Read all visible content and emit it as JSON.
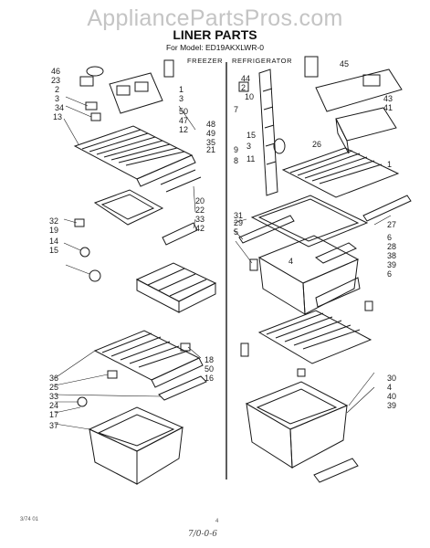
{
  "watermark": "AppliancePartsPros.com",
  "title": "LINER PARTS",
  "subtitle": "For Model: ED19AKXLWR-0",
  "sections": {
    "freezer": "FREEZER",
    "refrigerator": "REFRIGERATOR"
  },
  "footer": {
    "code": "3/74 01",
    "page": "4",
    "handwriting": "7/0-0-6"
  },
  "callouts": {
    "freezer_left": [
      "46",
      "23",
      "2",
      "3",
      "34",
      "13",
      "32",
      "19",
      "14",
      "15",
      "36",
      "25",
      "33",
      "24",
      "17",
      "37"
    ],
    "freezer_top": [
      "1",
      "3",
      "50",
      "47",
      "12",
      "48",
      "49",
      "35",
      "21",
      "20",
      "22",
      "33",
      "42"
    ],
    "freezer_bottom": [
      "18",
      "50",
      "16"
    ],
    "fridge_left": [
      "44",
      "2",
      "10",
      "7",
      "9",
      "8",
      "15",
      "3",
      "11",
      "31",
      "29",
      "5",
      "4"
    ],
    "fridge_right": [
      "45",
      "43",
      "41",
      "26",
      "1",
      "27",
      "6",
      "28",
      "38",
      "39",
      "6",
      "30",
      "4",
      "40",
      "39"
    ]
  },
  "colors": {
    "ink": "#1a1a1a",
    "watermark": "#c4c4c4"
  }
}
